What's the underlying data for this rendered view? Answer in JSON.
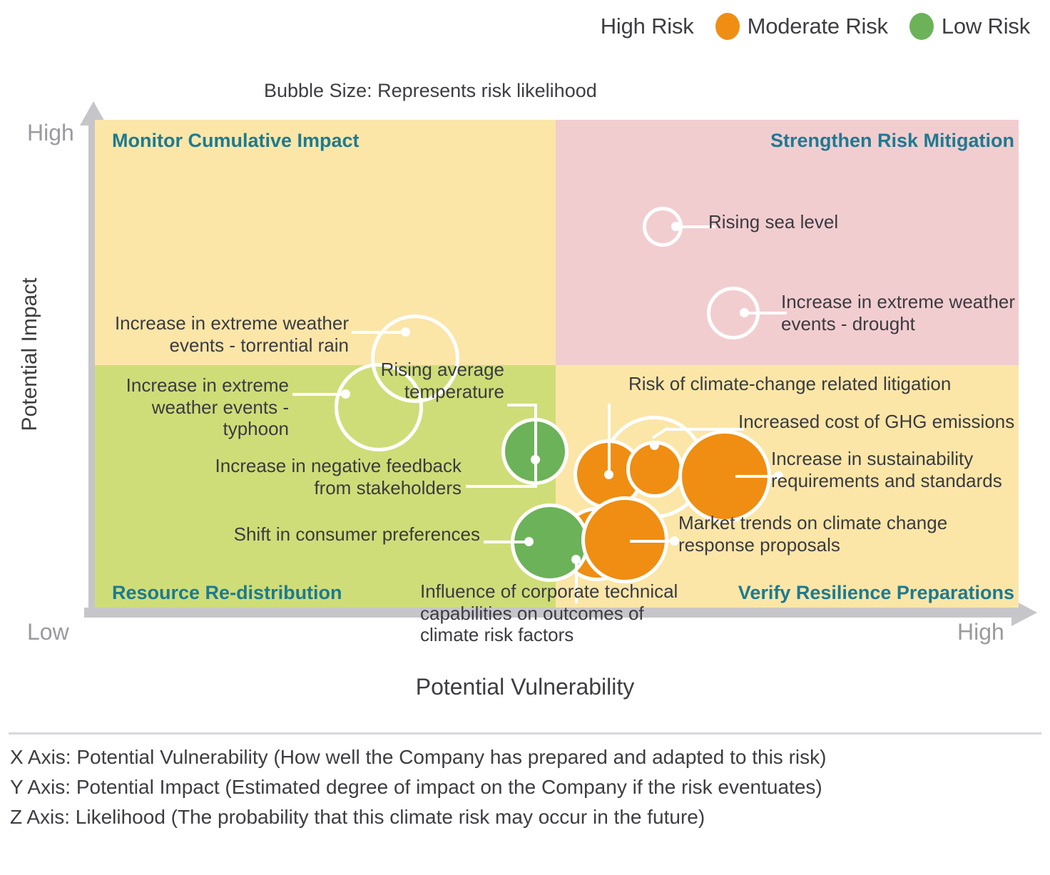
{
  "legend": {
    "items": [
      {
        "label": "High Risk",
        "color": "#b munged"
      },
      {
        "label": "Moderate Risk",
        "color": "#ef8e12"
      },
      {
        "label": "Low Risk",
        "color": "#6cb259"
      }
    ]
  },
  "bubble_size_note": "Bubble Size: Represents risk likelihood",
  "axes": {
    "y_title": "Potential Impact",
    "x_title": "Potential Vulnerability",
    "y_high": "High",
    "x_low": "Low",
    "x_high": "High"
  },
  "quadrants": [
    {
      "name": "top-left",
      "label": "Monitor Cumulative Impact",
      "color": "#fbe6a8"
    },
    {
      "name": "top-right",
      "label": "Strengthen Risk Mitigation",
      "color": "#f2cdd0"
    },
    {
      "name": "bottom-left",
      "label": "Resource Re-distribution",
      "color": "#cfdd78"
    },
    {
      "name": "bottom-right",
      "label": "Verify Resilience Preparations",
      "color": "#fbe6a8"
    }
  ],
  "footnote": {
    "lines": [
      "X Axis: Potential Vulnerability (How well the Company has prepared and adapted to this risk)",
      "Y Axis: Potential Impact (Estimated degree of impact on the Company if the risk eventuates)",
      "Z Axis: Likelihood (The probability that this climate risk may occur in the future)"
    ]
  },
  "chart_data": {
    "type": "scatter",
    "title": "",
    "xlabel": "Potential Vulnerability",
    "ylabel": "Potential Impact",
    "xlim": [
      "Low",
      "High"
    ],
    "ylim": [
      "Low",
      "High"
    ],
    "size_meaning": "Likelihood (risk likelihood)",
    "legend_position": "top-right",
    "grid": false,
    "quadrant_labels": {
      "top_left": "Monitor Cumulative Impact",
      "top_right": "Strengthen Risk Mitigation",
      "bottom_left": "Resource Re-distribution",
      "bottom_right": "Verify Resilience Preparations"
    },
    "series": [
      {
        "name": "High Risk",
        "color": "#b munged"
      },
      {
        "name": "Moderate Risk",
        "color": "#ef8e12"
      },
      {
        "name": "Low Risk",
        "color": "#6cb259"
      }
    ],
    "points": [
      {
        "label": "Rising sea level",
        "risk": "High Risk",
        "color": "#b munged",
        "quadrant": "top-right",
        "x": 0.61,
        "y": 0.8,
        "size": 0.22
      },
      {
        "label": "Increase in extreme weather\nevents - drought",
        "risk": "High Risk",
        "color": "#b munged",
        "quadrant": "top-right",
        "x": 0.7,
        "y": 0.62,
        "size": 0.28
      },
      {
        "label": "Increase in extreme weather\nevents - torrential rain",
        "risk": "High Risk",
        "color": "#b munged",
        "quadrant": "top-left",
        "x": 0.36,
        "y": 0.58,
        "size": 0.44
      },
      {
        "label": "Increase in extreme\nweather events -typhoon",
        "risk": "High Risk",
        "color": "#b munged",
        "quadrant": "bottom-left",
        "x": 0.31,
        "y": 0.46,
        "size": 0.44
      },
      {
        "label": "Rising average\ntemperature",
        "risk": "Low Risk",
        "color": "#6cb259",
        "quadrant": "bottom-left",
        "x": 0.47,
        "y": 0.33,
        "size": 0.33
      },
      {
        "label": "Increase in negative feedback\nfrom stakeholders",
        "risk": "Low Risk",
        "color": "#6cb259",
        "quadrant": "bottom-left",
        "x": 0.47,
        "y": 0.33,
        "size": 0.33
      },
      {
        "label": "Risk of climate-change related litigation",
        "risk": "Moderate Risk",
        "color": "#ef8e12",
        "quadrant": "bottom-right",
        "x": 0.54,
        "y": 0.31,
        "size": 0.3
      },
      {
        "label": "Increased cost of GHG emissions",
        "risk": "High Risk",
        "color": "#b munged",
        "quadrant": "bottom-right",
        "x": 0.61,
        "y": 0.31,
        "size": 0.4
      },
      {
        "label": "Increase in sustainability\nrequirements and standards",
        "risk": "Moderate Risk",
        "color": "#ef8e12",
        "quadrant": "bottom-right",
        "x": 0.69,
        "y": 0.29,
        "size": 0.41
      },
      {
        "label": "Shift in consumer preferences",
        "risk": "Low Risk",
        "color": "#6cb259",
        "quadrant": "bottom-left",
        "x": 0.46,
        "y": 0.16,
        "size": 0.31
      },
      {
        "label": "Influence of corporate technical\ncapabilities on outcomes of\nclimate risk factors",
        "risk": "Moderate Risk",
        "color": "#ef8e12",
        "quadrant": "bottom-right",
        "x": 0.52,
        "y": 0.15,
        "size": 0.29
      },
      {
        "label": "Market trends on climate change\nresponse proposals",
        "risk": "Moderate Risk",
        "color": "#ef8e12",
        "quadrant": "bottom-right",
        "x": 0.57,
        "y": 0.15,
        "size": 0.37
      }
    ]
  }
}
